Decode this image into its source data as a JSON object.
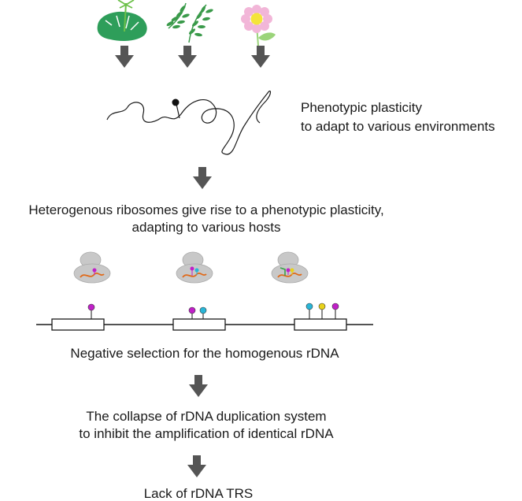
{
  "texts": {
    "plasticity_line1": "Phenotypic plasticity",
    "plasticity_line2": "to adapt to various environments",
    "heterogenous_line1": "Heterogenous ribosomes give rise to a phenotypic plasticity,",
    "heterogenous_line2": "adapting to various hosts",
    "negative_selection": "Negative selection for the homogenous rDNA",
    "collapse_line1": "The collapse of rDNA duplication system",
    "collapse_line2": "to inhibit the amplification of identical rDNA",
    "lack_trs": "Lack of rDNA TRS"
  },
  "colors": {
    "arrow": "#555555",
    "leaf_dark": "#2e9e5a",
    "fern": "#3a9a4a",
    "flower_petal": "#f2b6d8",
    "flower_center": "#f4e43a",
    "flower_leaf": "#9bd47a",
    "ribosome": "#c8c8c8",
    "mrna": "#e06a1a",
    "magenta_pin": "#c020c8",
    "cyan_pin": "#29b6d8",
    "yellow_pin": "#e8d21a",
    "green_pin": "#3aa04a"
  },
  "icons": {
    "host1": "monstera-leaf-icon",
    "host2": "fern-icon",
    "host3": "flower-icon"
  }
}
